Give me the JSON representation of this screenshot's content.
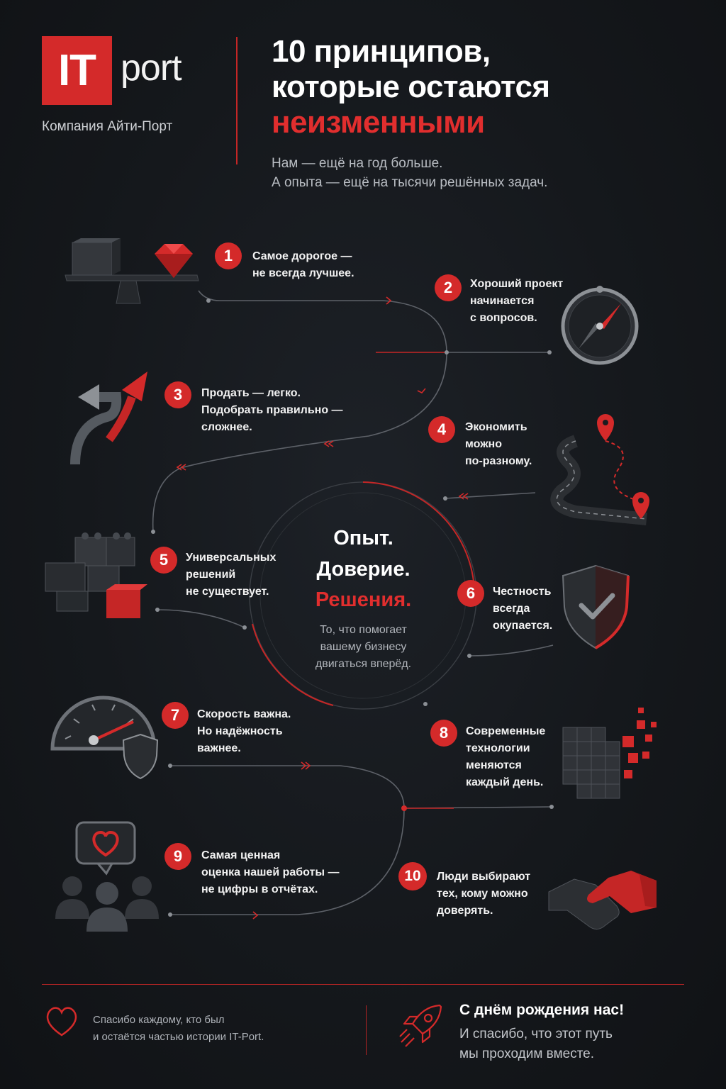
{
  "header": {
    "logo_it": "IT",
    "logo_port": "port",
    "company": "Компания Айти-Порт",
    "title_line1": "10 принципов,",
    "title_line2": "которые остаются",
    "title_accent": "неизменными",
    "subtitle_line1": "Нам — ещё на год больше.",
    "subtitle_line2": "А опыта — ещё на тысячи решённых задач."
  },
  "principles": [
    {
      "num": "1",
      "line1": "Самое дорогое —",
      "line2": "не всегда лучшее.",
      "line3": "",
      "line4": "",
      "icon": "scale-gem-icon"
    },
    {
      "num": "2",
      "line1": "Хороший проект",
      "line2": "начинается",
      "line3": "с вопросов.",
      "line4": "",
      "icon": "compass-icon"
    },
    {
      "num": "3",
      "line1": "Продать — легко.",
      "line2": "Подобрать правильно —",
      "line3": "сложнее.",
      "line4": "",
      "icon": "split-arrows-icon"
    },
    {
      "num": "4",
      "line1": "Экономить",
      "line2": "можно",
      "line3": "по-разному.",
      "line4": "",
      "icon": "road-route-icon"
    },
    {
      "num": "5",
      "line1": "Универсальных",
      "line2": "решений",
      "line3": "не существует.",
      "line4": "",
      "icon": "blocks-icon"
    },
    {
      "num": "6",
      "line1": "Честность",
      "line2": "всегда",
      "line3": "окупается.",
      "line4": "",
      "icon": "shield-check-icon"
    },
    {
      "num": "7",
      "line1": "Скорость важна.",
      "line2": "Но надёжность",
      "line3": "важнее.",
      "line4": "",
      "icon": "speedometer-shield-icon"
    },
    {
      "num": "8",
      "line1": "Современные",
      "line2": "технологии",
      "line3": "меняются",
      "line4": "каждый день.",
      "icon": "cubes-icon"
    },
    {
      "num": "9",
      "line1": "Самая ценная",
      "line2": "оценка нашей работы —",
      "line3": "не цифры в отчётах.",
      "line4": "",
      "icon": "people-heart-icon"
    },
    {
      "num": "10",
      "line1": "Люди выбирают",
      "line2": "тех, кому можно",
      "line3": "доверять.",
      "line4": "",
      "icon": "handshake-icon"
    }
  ],
  "center": {
    "line1": "Опыт.",
    "line2": "Доверие.",
    "line3": "Решения.",
    "sub1": "То, что помогает",
    "sub2": "вашему бизнесу",
    "sub3": "двигаться вперёд."
  },
  "footer": {
    "left_line1": "Спасибо каждому, кто был",
    "left_line2": "и остаётся частью истории IT-Port.",
    "right_title": "С днём рождения нас!",
    "right_line1": "И спасибо, что этот путь",
    "right_line2": "мы проходим вместе."
  },
  "colors": {
    "accent": "#d42a2a",
    "background": "#15181c",
    "text": "#ffffff"
  }
}
